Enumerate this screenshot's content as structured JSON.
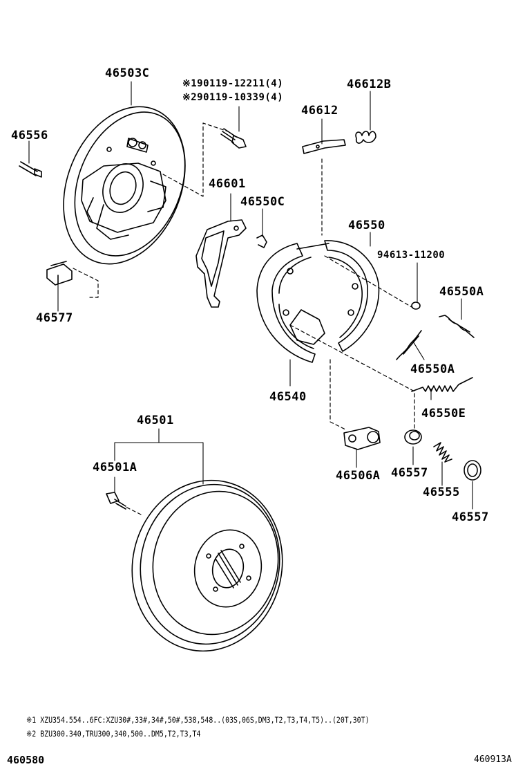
{
  "part_labels": {
    "p46503C": "46503C",
    "p90119_12211": "※190119-12211(4)",
    "p90119_10339": "※290119-10339(4)",
    "p46612B": "46612B",
    "p46612": "46612",
    "p46556": "46556",
    "p46601": "46601",
    "p46550C": "46550C",
    "p46550": "46550",
    "p94613_11200": "94613-11200",
    "p46550A_1": "46550A",
    "p46550A_2": "46550A",
    "p46550E": "46550E",
    "p46577": "46577",
    "p46540": "46540",
    "p46501": "46501",
    "p46501A": "46501A",
    "p46506A": "46506A",
    "p46557_1": "46557",
    "p46555": "46555",
    "p46557_2": "46557"
  },
  "notes": {
    "note1": "※1 XZU354.554..6FC:XZU30#,33#,34#,50#,538,548..(03S,06S,DM3,T2,T3,T4,T5)..(20T,30T)",
    "note2": "※2 BZU300.340,TRU300,340,500..DM5,T2,T3,T4"
  },
  "footer": {
    "left_code": "460580",
    "right_code": "460913A"
  }
}
